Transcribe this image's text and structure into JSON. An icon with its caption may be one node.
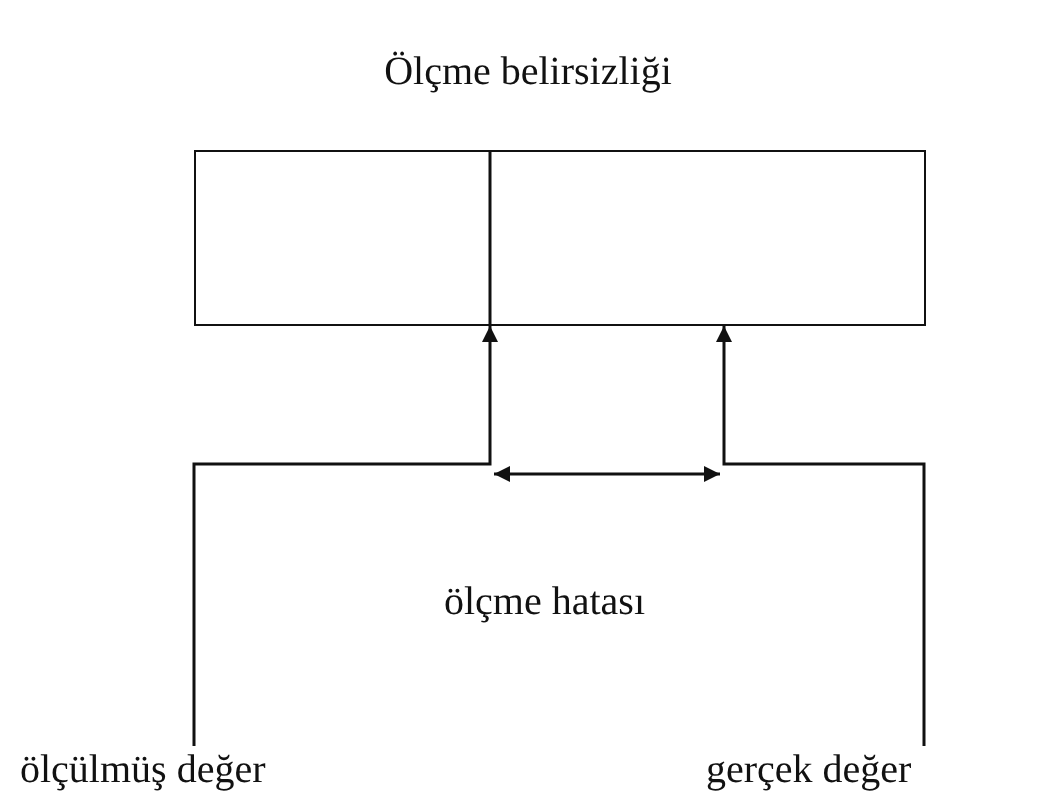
{
  "diagram": {
    "title": "Ölçme belirsizliği",
    "nodes": [
      {
        "text": [],
        "shape": "box"
      },
      {
        "text": [
          "ölçülmüş değer"
        ]
      },
      {
        "text": [
          "gerçek değer"
        ]
      }
    ],
    "edges": [
      {
        "from": 1,
        "to": 0,
        "arrow": "to"
      },
      {
        "from": 2,
        "to": 0,
        "arrow": "to"
      }
    ],
    "labels": [
      "ölçme hatası"
    ]
  }
}
